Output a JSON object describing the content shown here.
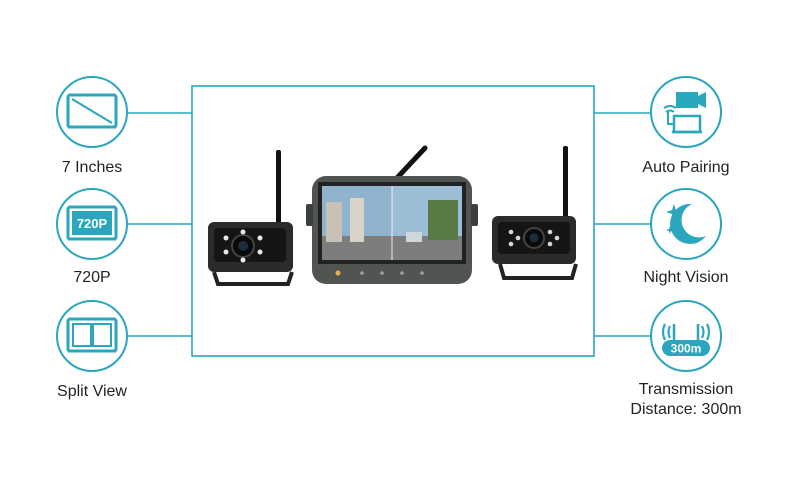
{
  "colors": {
    "accent": "#2aa6bd",
    "text": "#222222"
  },
  "features_left": [
    {
      "label": "7 Inches",
      "icon": "monitor-icon"
    },
    {
      "label": "720P",
      "icon": "720p-screen-icon",
      "badge": "720P"
    },
    {
      "label": "Split View",
      "icon": "split-screen-icon"
    }
  ],
  "features_right": [
    {
      "label": "Auto Pairing",
      "icon": "camera-monitor-pairing-icon"
    },
    {
      "label": "Night Vision",
      "icon": "moon-stars-icon"
    },
    {
      "label_line1": "Transmission",
      "label_line2": "Distance: 300m",
      "icon": "signal-range-icon",
      "badge": "300m"
    }
  ]
}
